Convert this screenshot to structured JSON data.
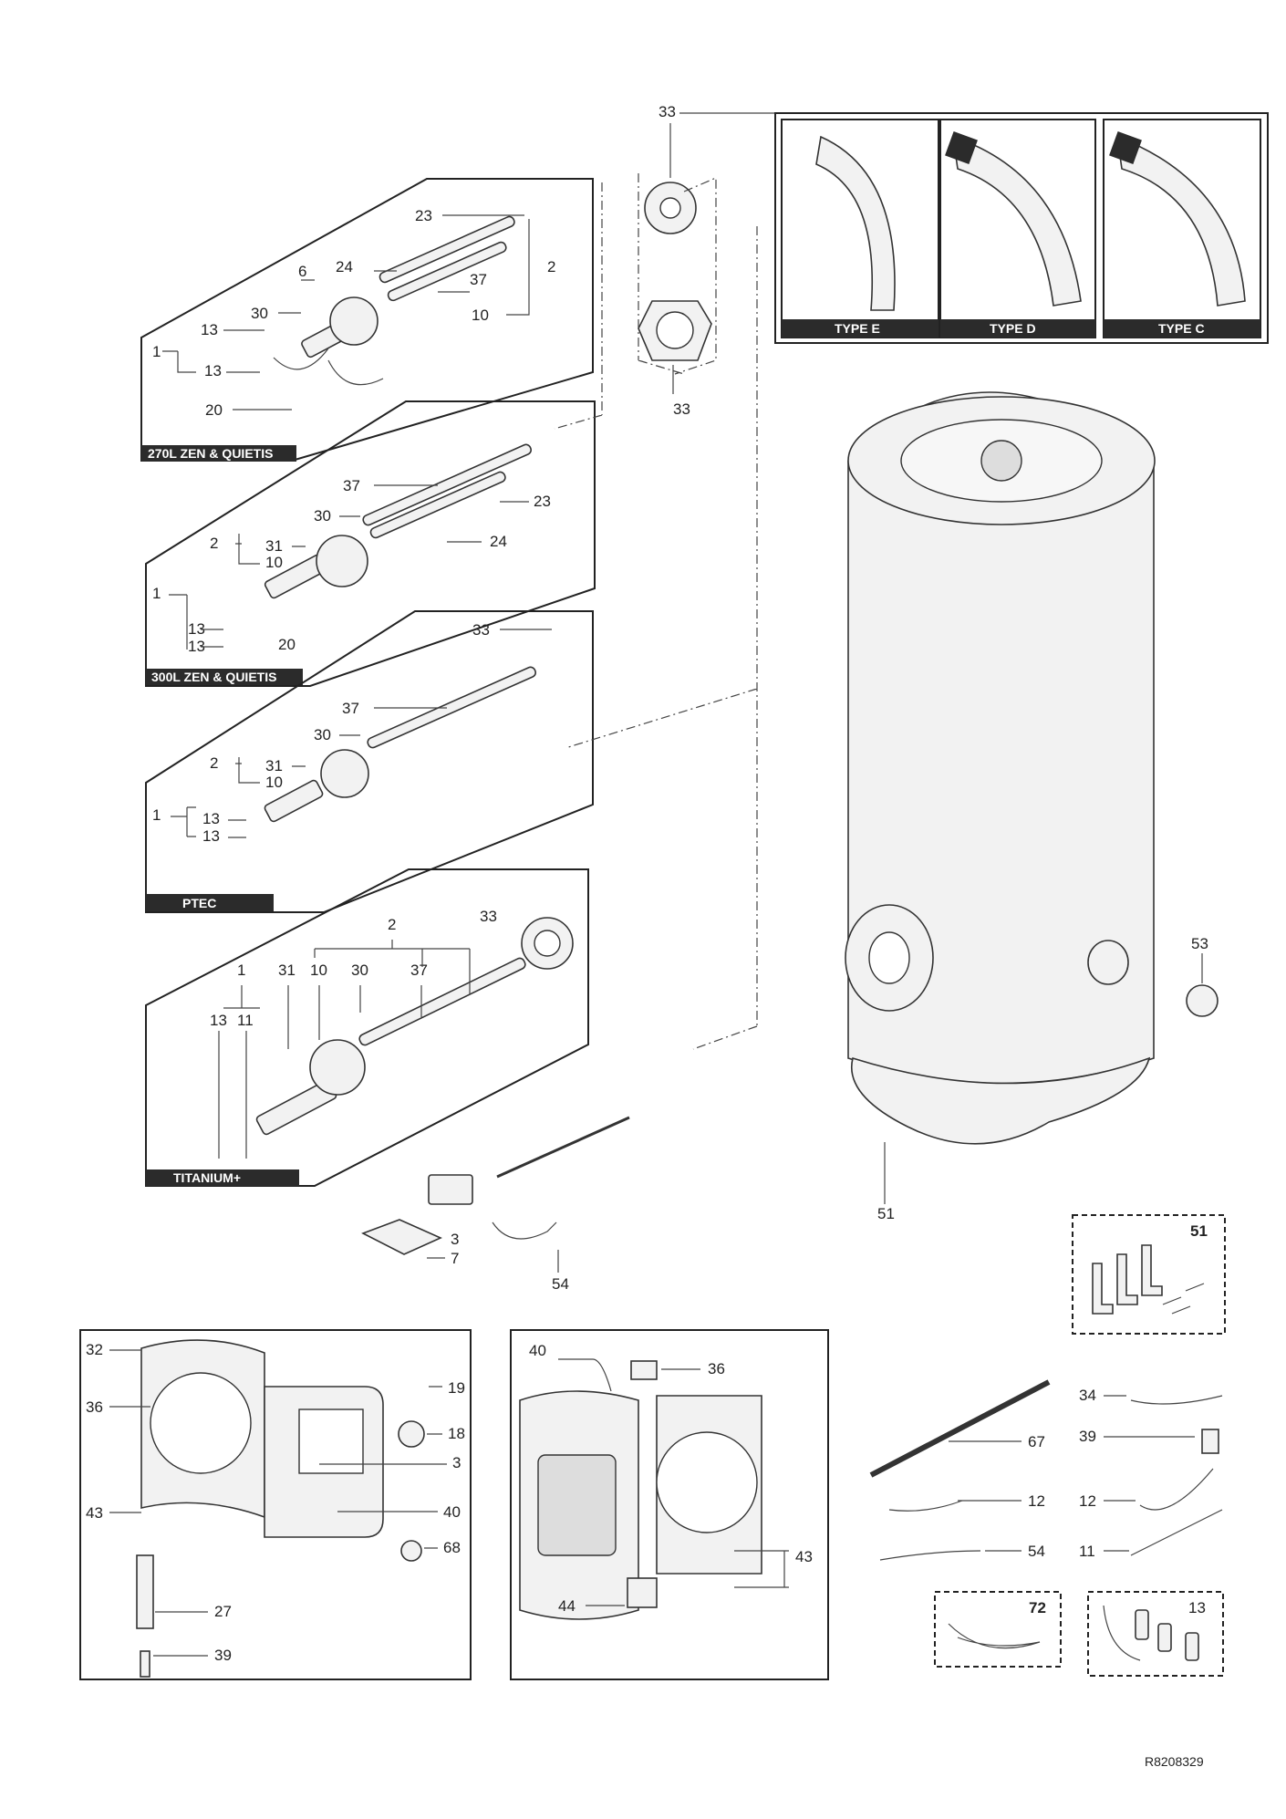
{
  "kits": {
    "k270": "270L ZEN & QUIETIS",
    "k300": "300L ZEN & QUIETIS",
    "ptec": "PTEC",
    "titanium": "TITANIUM+"
  },
  "flange_types": [
    "TYPE E",
    "TYPE D",
    "TYPE C"
  ],
  "parts": {
    "p1": "1",
    "p2": "2",
    "p3": "3",
    "p6": "6",
    "p7": "7",
    "p10": "10",
    "p11": "11",
    "p12": "12",
    "p13": "13",
    "p18": "18",
    "p19": "19",
    "p20": "20",
    "p23": "23",
    "p24": "24",
    "p27": "27",
    "p30": "30",
    "p31": "31",
    "p32": "32",
    "p33": "33",
    "p34": "34",
    "p36": "36",
    "p37": "37",
    "p39": "39",
    "p40": "40",
    "p43": "43",
    "p44": "44",
    "p51": "51",
    "p53": "53",
    "p54": "54",
    "p67": "67",
    "p68": "68",
    "p72": "72"
  },
  "reference": "R8208329"
}
